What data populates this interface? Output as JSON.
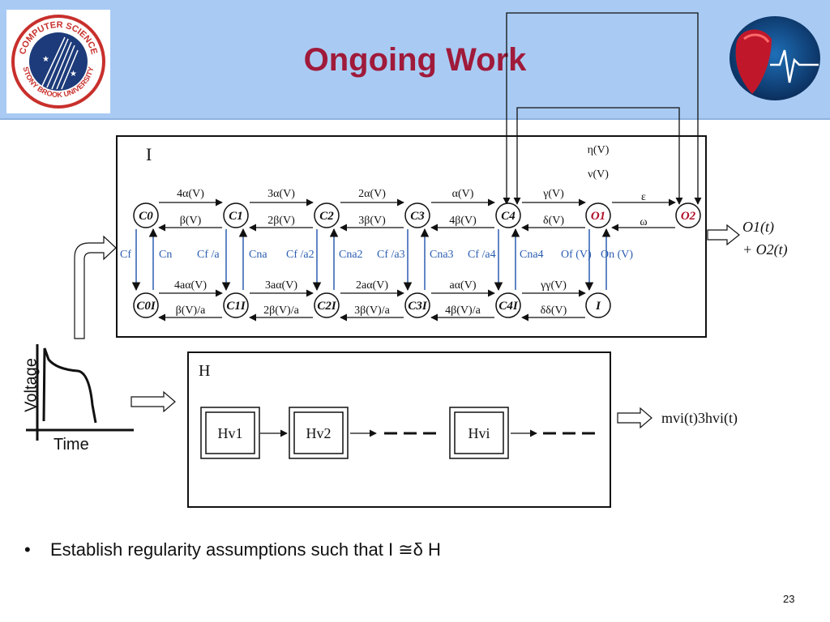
{
  "title": "Ongoing Work",
  "logo_text": "COMPUTER SCIENCE · STONY BROOK UNIVERSITY",
  "colors": {
    "header_bg": "#a9cbf3",
    "title": "#a01a3a",
    "blue": "#2a5db0",
    "red": "#b0102a"
  },
  "model_I": {
    "label": "I",
    "top_nodes": [
      "C0",
      "C1",
      "C2",
      "C3",
      "C4",
      "O1",
      "O2"
    ],
    "bottom_nodes": [
      "C0I",
      "C1I",
      "C2I",
      "C3I",
      "C4I",
      "I"
    ],
    "forward_top": [
      "4α(V)",
      "3α(V)",
      "2α(V)",
      "α(V)",
      "γ(V)",
      "ε"
    ],
    "backward_top": [
      "β(V)",
      "2β(V)",
      "3β(V)",
      "4β(V)",
      "δ(V)",
      "ω"
    ],
    "forward_bottom": [
      "4aα(V)",
      "3aα(V)",
      "2aα(V)",
      "aα(V)",
      "γγ(V)"
    ],
    "backward_bottom": [
      "β(V)/a",
      "2β(V)/a",
      "3β(V)/a",
      "4β(V)/a",
      "δδ(V)"
    ],
    "feedback": [
      "η(V)",
      "ν(V)"
    ],
    "vertical_labels": [
      "Cf",
      "Cn",
      "Cf /a",
      "Cna",
      "Cf /a2",
      "Cna2",
      "Cf /a3",
      "Cna3",
      "Cf /a4",
      "Cna4",
      "Of (V)",
      "On (V)"
    ],
    "output_line1": "O1(t)",
    "output_line2": "+ O2(t)"
  },
  "voltage_plot": {
    "ylabel": "Voltage",
    "xlabel": "Time"
  },
  "model_H": {
    "label": "H",
    "boxes": [
      "Hv1",
      "Hv2",
      "Hvi"
    ],
    "output": "mvi(t)3hvi(t)"
  },
  "bullet": "Establish regularity assumptions such that I ≅δ H",
  "page_number": "23"
}
